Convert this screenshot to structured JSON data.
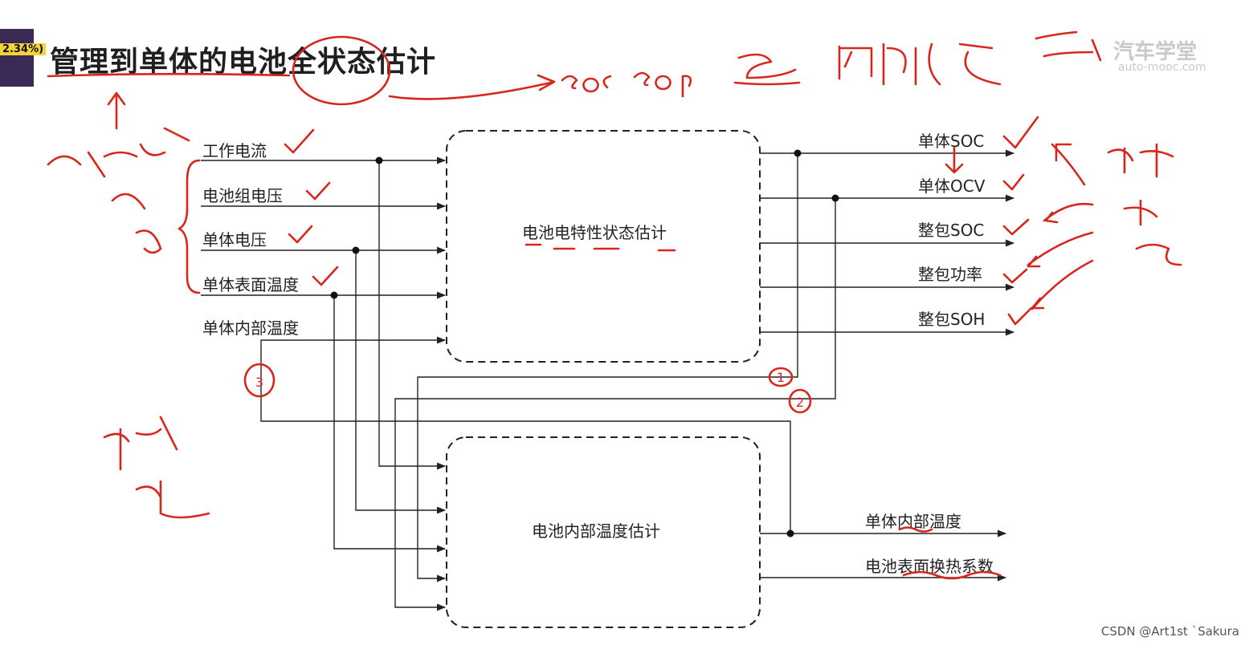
{
  "header": {
    "title": "管理到单体的电池全状态估计",
    "zoom_badge": "2.34%)"
  },
  "logo": {
    "text": "汽车学堂",
    "sub": "auto-mooc.com"
  },
  "inputs": [
    {
      "label": "工作电流"
    },
    {
      "label": "电池组电压"
    },
    {
      "label": "单体电压"
    },
    {
      "label": "单体表面温度"
    },
    {
      "label": "单体内部温度"
    }
  ],
  "blocks": {
    "electrical": {
      "title": "电池电特性状态估计"
    },
    "thermal": {
      "title": "电池内部温度估计"
    }
  },
  "outputs_electrical": [
    {
      "label": "单体SOC"
    },
    {
      "label": "单体OCV"
    },
    {
      "label": "整包SOC"
    },
    {
      "label": "整包功率"
    },
    {
      "label": "整包SOH"
    }
  ],
  "outputs_thermal": [
    {
      "label": "单体内部温度"
    },
    {
      "label": "电池表面换热系数"
    }
  ],
  "feedback_markers": [
    "1",
    "2",
    "3"
  ],
  "annotation_color": "#d9261c",
  "footer": {
    "credit": "CSDN @Art1st `Sakura"
  }
}
